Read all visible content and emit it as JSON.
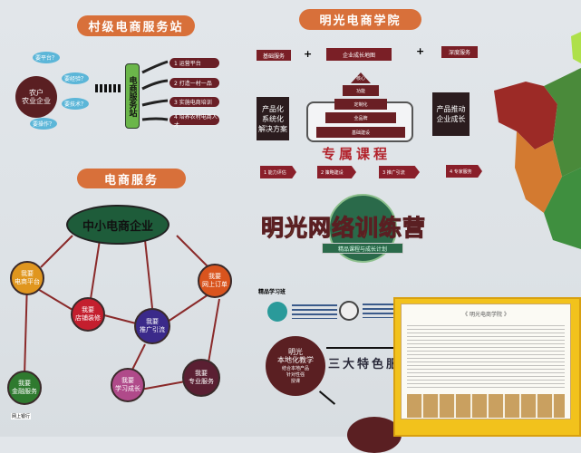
{
  "village": {
    "title": "村级电商服务站",
    "needs": [
      "要平台？",
      "要经验？",
      "要技术？",
      "要操作？"
    ],
    "farmer": "农户\n农业企业",
    "station": "电商服务站",
    "services": [
      "1 运营平台",
      "2 打造一村一品",
      "3 实施电商培训",
      "4 培养农村电商人才"
    ]
  },
  "academy": {
    "title": "明光电商学院",
    "boxes": [
      "基础服务",
      "企业成长地图",
      "深度服务"
    ],
    "plus": "+",
    "pyramid": [
      "核心",
      "功能",
      "定制化",
      "全品牌",
      "基础建设"
    ],
    "left_box": "产品化\n系统化\n解决方案",
    "right_box": "产品推动\n企业成长",
    "course": "专属课程",
    "steps": [
      "1 能力评估",
      "2 策略建设",
      "3 推广引流",
      "4 专家服务"
    ]
  },
  "ecommerce": {
    "title": "电商服务",
    "center": "中小电商企业",
    "nodes": [
      "我要\n电商平台",
      "我要\n店铺装修",
      "我要\n推广引流",
      "我要\n网上订单",
      "我要\n金融服务",
      "我要\n学习成长",
      "我要\n专业服务"
    ],
    "tags": [
      "网上银行"
    ]
  },
  "camp": {
    "title": "明光网络训练营",
    "subtitle": "精品课程与成长计划",
    "class_label": "精品学习班",
    "local": "明光\n本地化教学",
    "local_sub": "结合本地产品\n针对性强\n授课",
    "features": "三大特色服"
  },
  "display_box": {
    "doc_title": "《 明光电商学院 》"
  }
}
